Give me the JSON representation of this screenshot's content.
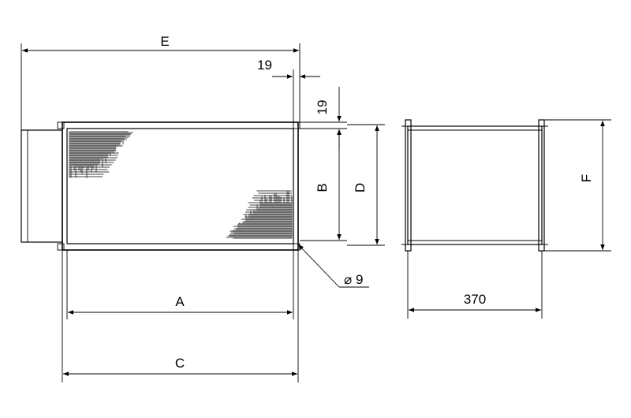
{
  "drawing": {
    "labels": {
      "e": "E",
      "nineteen_top": "19",
      "nineteen_side": "19",
      "b": "B",
      "d": "D",
      "f": "F",
      "a": "A",
      "c": "C",
      "diameter": "⌀ 9",
      "depth": "370"
    }
  }
}
